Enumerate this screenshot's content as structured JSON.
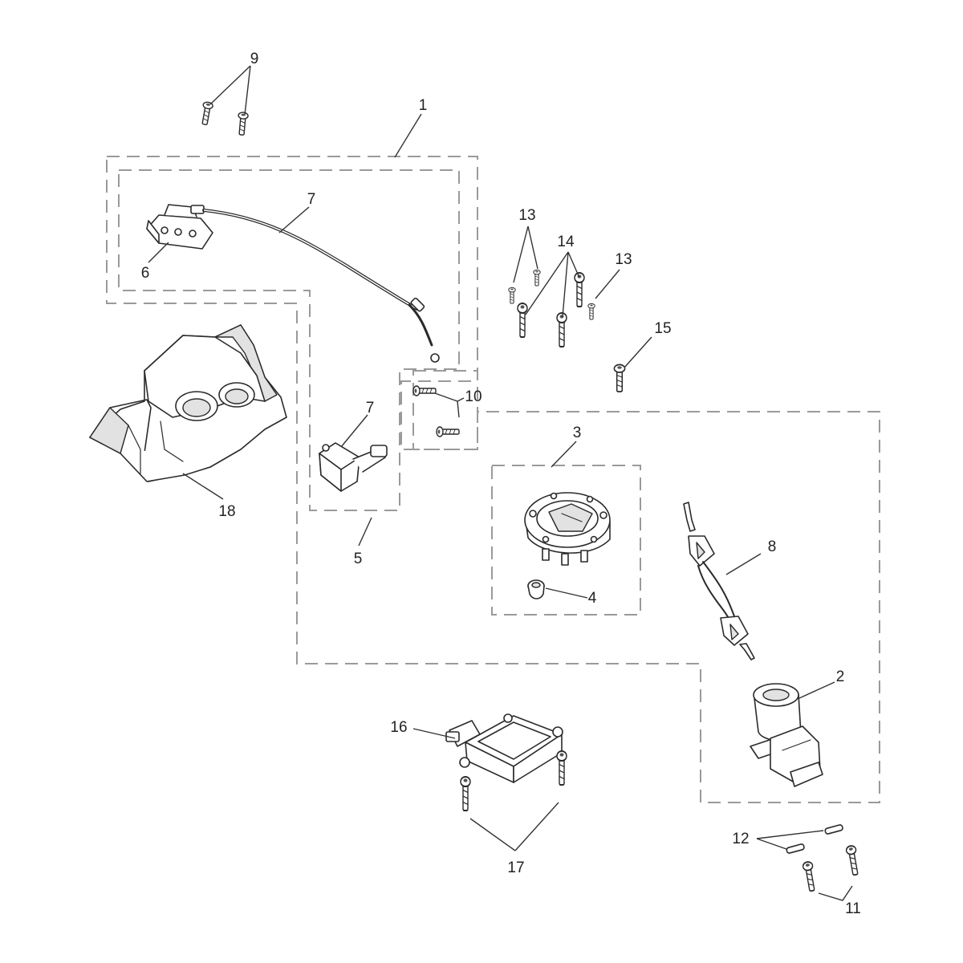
{
  "callouts": {
    "c1": "1",
    "c2": "2",
    "c3": "3",
    "c4": "4",
    "c5": "5",
    "c6": "6",
    "c7a": "7",
    "c7b": "7",
    "c8": "8",
    "c9": "9",
    "c10": "10",
    "c11": "11",
    "c12": "12",
    "c13a": "13",
    "c13b": "13",
    "c14": "14",
    "c15": "15",
    "c16": "16",
    "c17": "17",
    "c18": "18"
  }
}
